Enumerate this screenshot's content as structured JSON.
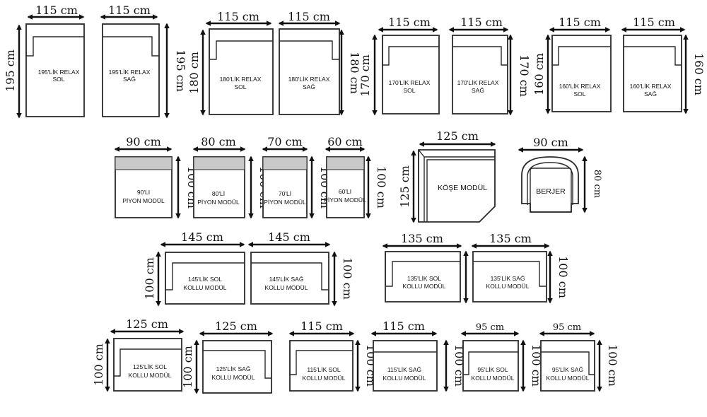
{
  "modules": {
    "relax195_sol": {
      "width": "115 cm",
      "depth": "195 cm",
      "line1": "195'LİK RELAX",
      "line2": "SOL"
    },
    "relax195_sag": {
      "width": "115 cm",
      "depth": "195 cm",
      "line1": "195'LİK RELAX",
      "line2": "SAĞ"
    },
    "relax180_sol": {
      "width": "115 cm",
      "depth": "180 cm",
      "line1": "180'LİK RELAX",
      "line2": "SOL"
    },
    "relax180_sag": {
      "width": "115 cm",
      "depth": "180 cm",
      "line1": "180'LİK RELAX",
      "line2": "SAĞ"
    },
    "relax170_sol": {
      "width": "115 cm",
      "depth": "170 cm",
      "line1": "170'LİK RELAX",
      "line2": "SOL"
    },
    "relax170_sag": {
      "width": "115 cm",
      "depth": "170 cm",
      "line1": "170'LİK RELAX",
      "line2": "SAĞ"
    },
    "relax160_sol": {
      "width": "115 cm",
      "depth": "160 cm",
      "line1": "160'LİK RELAX",
      "line2": "SOL"
    },
    "relax160_sag": {
      "width": "115 cm",
      "depth": "160 cm",
      "line1": "160'LİK RELAX",
      "line2": "SAĞ"
    },
    "piyon90": {
      "width": "90 cm",
      "depth": "100 cm",
      "line1": "90'LI",
      "line2": "PİYON MODÜL"
    },
    "piyon80": {
      "width": "80 cm",
      "depth": "100 cm",
      "line1": "80'Lİ",
      "line2": "PİYON MODÜL"
    },
    "piyon70": {
      "width": "70 cm",
      "depth": "100 cm",
      "line1": "70'Lİ",
      "line2": "PİYON MODÜL"
    },
    "piyon60": {
      "width": "60 cm",
      "depth": "100 cm",
      "line1": "60'LI",
      "line2": "PİYON MODÜL"
    },
    "kose": {
      "width": "125 cm",
      "depth": "125 cm",
      "line1": "KÖŞE MODÜL"
    },
    "berjer": {
      "width": "90 cm",
      "depth": "80 cm",
      "line1": "BERJER"
    },
    "kollu145_sol": {
      "width": "145 cm",
      "depth": "100 cm",
      "line1": "145'LİK SOL",
      "line2": "KOLLU MODÜL"
    },
    "kollu145_sag": {
      "width": "145 cm",
      "depth": "100 cm",
      "line1": "145'LİK SAĞ",
      "line2": "KOLLU MODÜL"
    },
    "kollu135_sol": {
      "width": "135 cm",
      "depth": "100 cm",
      "line1": "135'LİK SOL",
      "line2": "KOLLU MODÜL"
    },
    "kollu135_sag": {
      "width": "135 cm",
      "depth": "100 cm",
      "line1": "135'LİK SAĞ",
      "line2": "KOLLU MODÜL"
    },
    "kollu125_sol": {
      "width": "125 cm",
      "depth": "100 cm",
      "line1": "125'LİK SOL",
      "line2": "KOLLU MODÜL"
    },
    "kollu125_sag": {
      "width": "125 cm",
      "depth": "100 cm",
      "line1": "125'LİK SAĞ",
      "line2": "KOLLU MODÜL"
    },
    "kollu115_sol": {
      "width": "115 cm",
      "depth": "100 cm",
      "line1": "115'LİK SOL",
      "line2": "KOLLU MODÜL"
    },
    "kollu115_sag": {
      "width": "115 cm",
      "depth": "100 cm",
      "line1": "115'LİK SAĞ",
      "line2": "KOLLU MODÜL"
    },
    "kollu95_sol": {
      "width": "95 cm",
      "depth": "100 cm",
      "line1": "95'LİK SOL",
      "line2": "KOLLU MODÜL"
    },
    "kollu95_sag": {
      "width": "95 cm",
      "depth": "100 cm",
      "line1": "95'LİK SAĞ",
      "line2": "KOLLU MODÜL"
    }
  }
}
